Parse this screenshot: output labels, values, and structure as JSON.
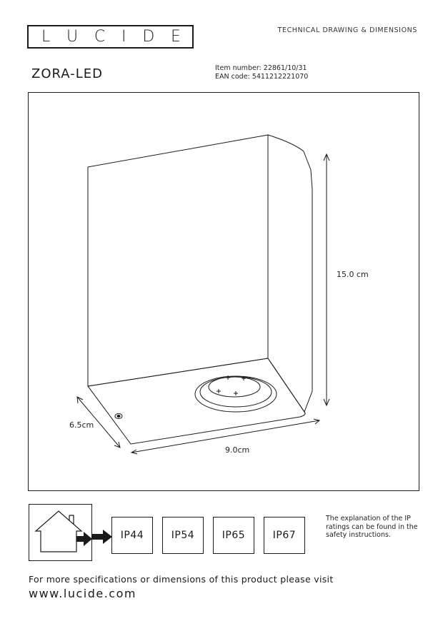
{
  "header": {
    "logo_letters": [
      "L",
      "U",
      "C",
      "I",
      "D",
      "E"
    ],
    "document_type": "TECHNICAL DRAWING & DIMENSIONS"
  },
  "product": {
    "name": "ZORA-LED",
    "item_number_label": "Item number:",
    "item_number": "22861/10/31",
    "ean_label": "EAN code:",
    "ean": "5411212221070"
  },
  "dimensions": {
    "height": "15.0 cm",
    "depth": "6.5cm",
    "width": "9.0cm"
  },
  "ip_ratings": [
    "IP44",
    "IP54",
    "IP65",
    "IP67"
  ],
  "ip_note": "The explanation of the IP ratings can be found in the safety instructions.",
  "footer": {
    "text": "For more specifications or dimensions of this product please visit",
    "url": "www.lucide.com"
  },
  "icons": {
    "house": "house-outline-icon",
    "arrow": "arrow-right-icon"
  }
}
